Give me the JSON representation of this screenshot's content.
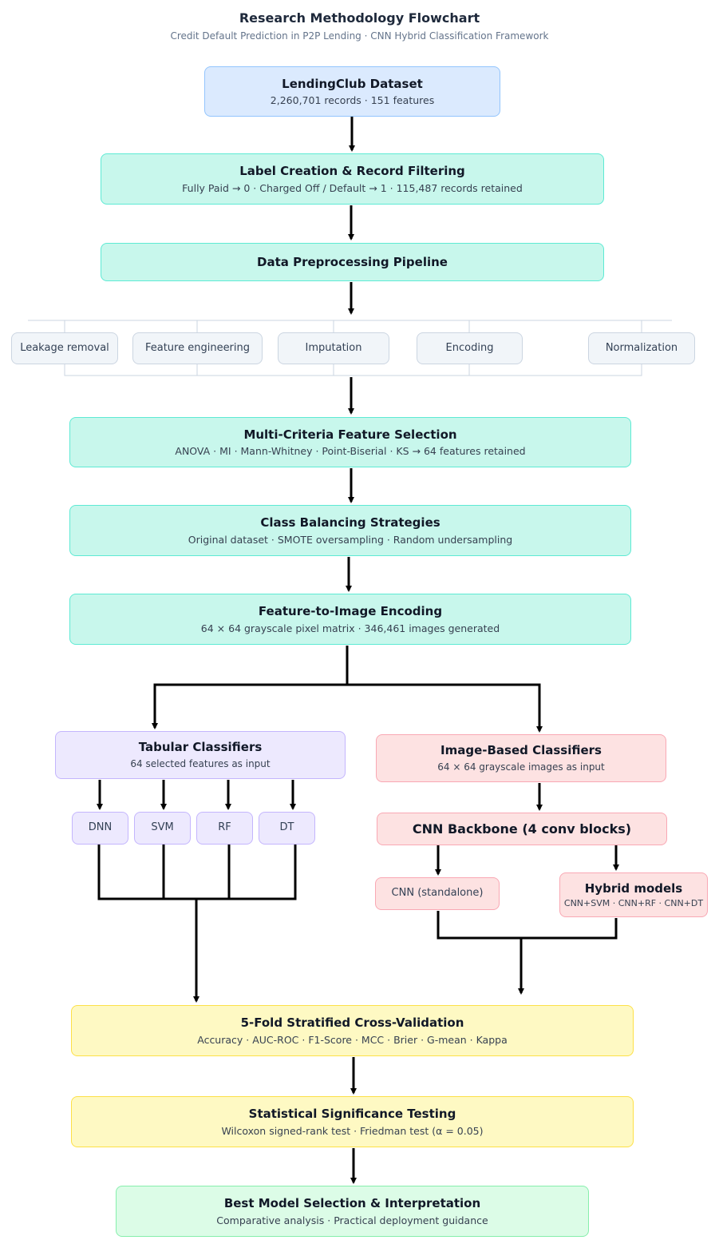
{
  "header": {
    "title": "Research Methodology Flowchart",
    "subtitle": "Credit Default Prediction in P2P Lending · CNN Hybrid Classification Framework"
  },
  "nodes": {
    "dataset": {
      "title": "LendingClub Dataset",
      "subtitle": "2,260,701 records · 151 features"
    },
    "label_creation": {
      "title": "Label Creation & Record Filtering",
      "subtitle": "Fully Paid → 0 · Charged Off / Default → 1 · 115,487 records retained"
    },
    "preprocessing": {
      "title": "Data Preprocessing Pipeline"
    },
    "preprocessing_steps": [
      "Leakage removal",
      "Feature engineering",
      "Imputation",
      "Encoding",
      "Normalization"
    ],
    "feature_selection": {
      "title": "Multi-Criteria Feature Selection",
      "subtitle": "ANOVA · MI · Mann-Whitney · Point-Biserial · KS → 64 features retained"
    },
    "class_balancing": {
      "title": "Class Balancing Strategies",
      "subtitle": "Original dataset · SMOTE oversampling · Random undersampling"
    },
    "image_encoding": {
      "title": "Feature-to-Image Encoding",
      "subtitle": "64 × 64 grayscale pixel matrix · 346,461 images generated"
    },
    "tabular": {
      "title": "Tabular Classifiers",
      "subtitle": "64 selected features as input"
    },
    "tabular_models": [
      "DNN",
      "SVM",
      "RF",
      "DT"
    ],
    "image_based": {
      "title": "Image-Based Classifiers",
      "subtitle": "64 × 64 grayscale images as input"
    },
    "cnn_backbone": {
      "title": "CNN Backbone (4 conv blocks)"
    },
    "cnn_standalone": {
      "title": "CNN (standalone)"
    },
    "hybrid": {
      "title": "Hybrid models",
      "subtitle": "CNN+SVM · CNN+RF · CNN+DT"
    },
    "cross_validation": {
      "title": "5-Fold Stratified Cross-Validation",
      "subtitle": "Accuracy · AUC-ROC · F1-Score · MCC · Brier · G-mean · Kappa"
    },
    "significance": {
      "title": "Statistical Significance Testing",
      "subtitle": "Wilcoxon signed-rank test · Friedman test (α = 0.05)"
    },
    "best_model": {
      "title": "Best Model Selection & Interpretation",
      "subtitle": "Comparative analysis · Practical deployment guidance"
    }
  },
  "colors": {
    "blue": "#dbeafe",
    "teal": "#c8f7ec",
    "purple": "#ede9fe",
    "pink": "#fde2e2",
    "yellow": "#fef9c3",
    "green": "#dcfce7",
    "gray": "#f1f5f9",
    "connector": "#000000"
  }
}
